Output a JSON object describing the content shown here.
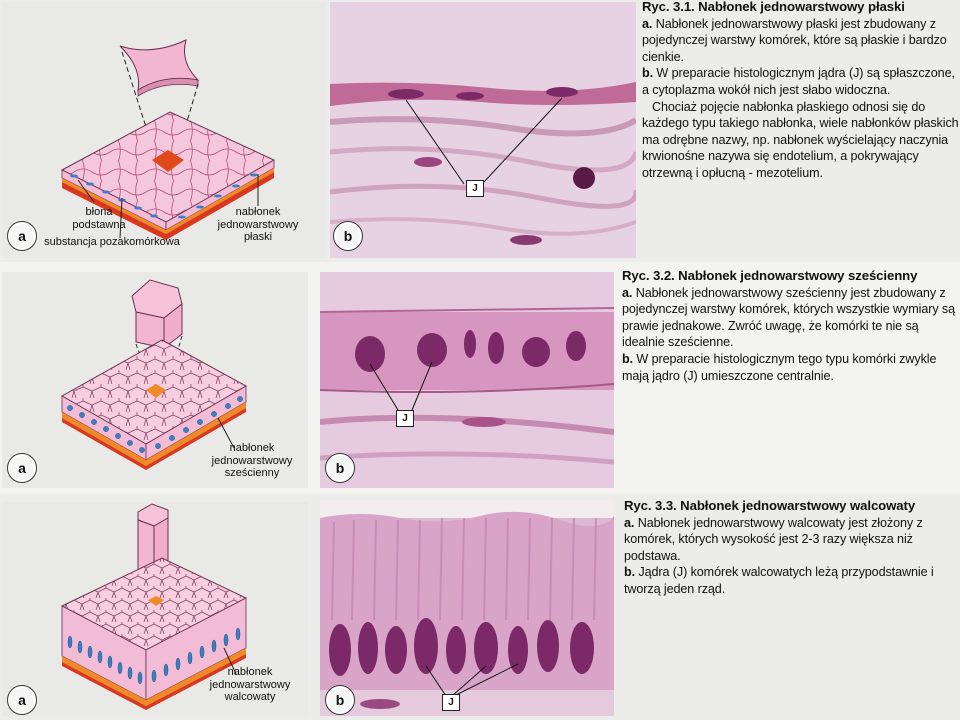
{
  "fig1": {
    "title": "Ryc. 3.1. Nabłonek jednowarstwowy płaski",
    "para_a_lead": "a.",
    "para_a": " Nabłonek jednowarstwowy płaski jest zbudowany z pojedynczej warstwy komórek, które są płaskie i bardzo cienkie.",
    "para_b_lead": "b.",
    "para_b": " W preparacie histologicznym jądra (J) są spłaszczone, a cytoplazma wokół nich jest słabo widoczna.",
    "para_c": "Chociaż pojęcie nabłonka płaskiego odnosi się do każdego typu takiego nabłonka, wiele nabłonków płaskich ma odrębne nazwy, np. nabłonek wyścielający naczynia krwionośne nazywa się endotelium, a pokrywający otrzewną i opłucną - mezotelium.",
    "label_a": "a",
    "label_b": "b",
    "label_j": "J",
    "diagram_label_basal": "błona\npodstawna",
    "diagram_label_extracellular": "substancja pozakomórkowa",
    "diagram_label_tissue": "nabłonek\njednowarstwowy\npłaski"
  },
  "fig2": {
    "title": "Ryc. 3.2. Nabłonek jednowarstwowy sześcienny",
    "para_a_lead": "a.",
    "para_a": " Nabłonek jednowarstwowy sześcienny jest zbudowany z pojedynczej warstwy komórek, których wszystkie wymiary są prawie jednakowe. Zwróć uwagę, że komórki te nie są idealnie sześcienne.",
    "para_b_lead": "b.",
    "para_b": " W preparacie histologicznym tego typu komórki zwykle mają jądro (J) umieszczone centralnie.",
    "label_a": "a",
    "label_b": "b",
    "label_j": "J",
    "diagram_label_tissue": "nabłonek\njednowarstwowy\nsześcienny"
  },
  "fig3": {
    "title": "Ryc. 3.3. Nabłonek jednowarstwowy walcowaty",
    "para_a_lead": "a.",
    "para_a": " Nabłonek jednowarstwowy walcowaty jest złożony z komórek, których wysokość jest 2-3 razy większa niż podstawa.",
    "para_b_lead": "b.",
    "para_b": " Jądra (J) komórek walcowatych leżą przypodstawnie i tworzą jeden rząd.",
    "label_a": "a",
    "label_b": "b",
    "label_j": "J",
    "diagram_label_tissue": "nabłonek\njednowarstwowy\nwalcowaty"
  },
  "colors": {
    "cell_pink": "#f2bcd6",
    "cell_top": "#f7cde0",
    "nucleus_blue": "#3d7fc4",
    "basement_orange": "#f08a26",
    "extracellular_red": "#d9381e",
    "histo_pink": "#d992bc",
    "histo_nucleus": "#7c2968"
  }
}
